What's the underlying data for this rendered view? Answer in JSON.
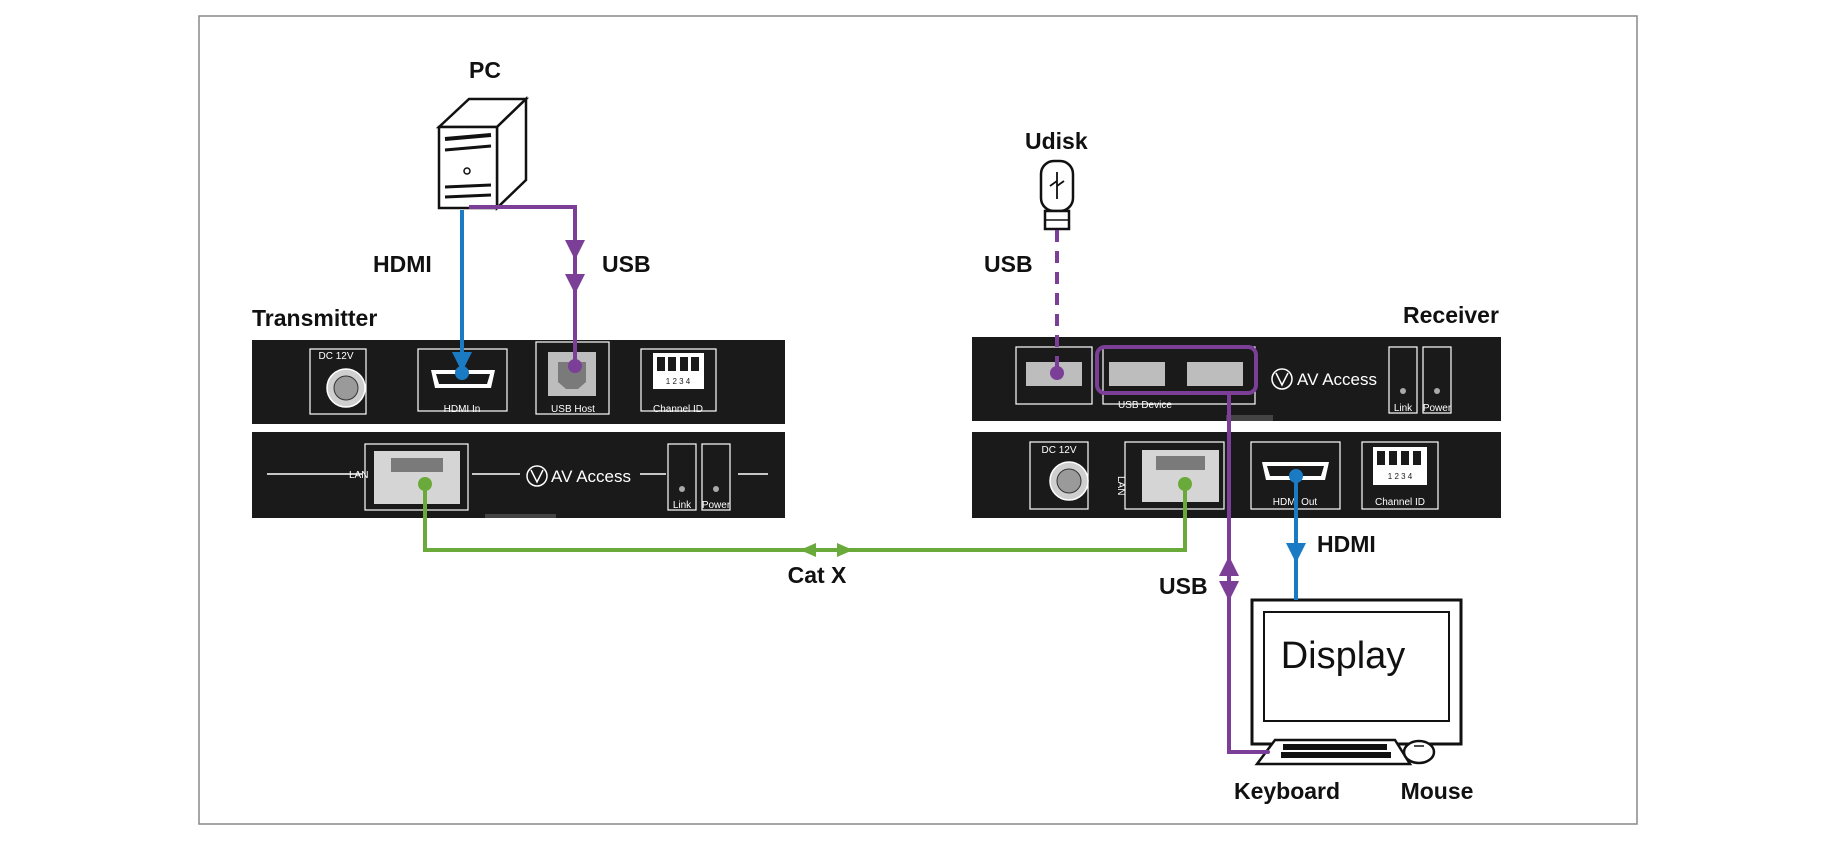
{
  "nodes": {
    "pc": "PC",
    "udisk": "Udisk",
    "transmitter": "Transmitter",
    "receiver": "Receiver",
    "display": "Display",
    "keyboard": "Keyboard",
    "mouse": "Mouse"
  },
  "links": {
    "tx_hdmi": "HDMI",
    "tx_usb": "USB",
    "udisk_usb": "USB",
    "catx": "Cat X",
    "rx_usb": "USB",
    "rx_hdmi": "HDMI"
  },
  "ports": {
    "tx_dc": "DC 12V",
    "tx_hdmi_in": "HDMI In",
    "tx_usb_host": "USB Host",
    "tx_channel_id": "Channel ID",
    "tx_lan": "LAN",
    "tx_link": "Link",
    "tx_power": "Power",
    "rx_usb_device": "USB Device",
    "rx_link": "Link",
    "rx_power": "Power",
    "rx_dc": "DC 12V",
    "rx_lan": "LAN",
    "rx_hdmi_out": "HDMI Out",
    "rx_channel_id": "Channel ID",
    "dip_numbers": "1 2 3 4"
  },
  "brand": {
    "tx": "AV Access",
    "rx": "AV Access"
  },
  "colors": {
    "hdmi": "#1a7bc4",
    "usb": "#7b3f98",
    "catx": "#6aaa3a",
    "device": "#1a1a1a",
    "frame": "#888888"
  }
}
